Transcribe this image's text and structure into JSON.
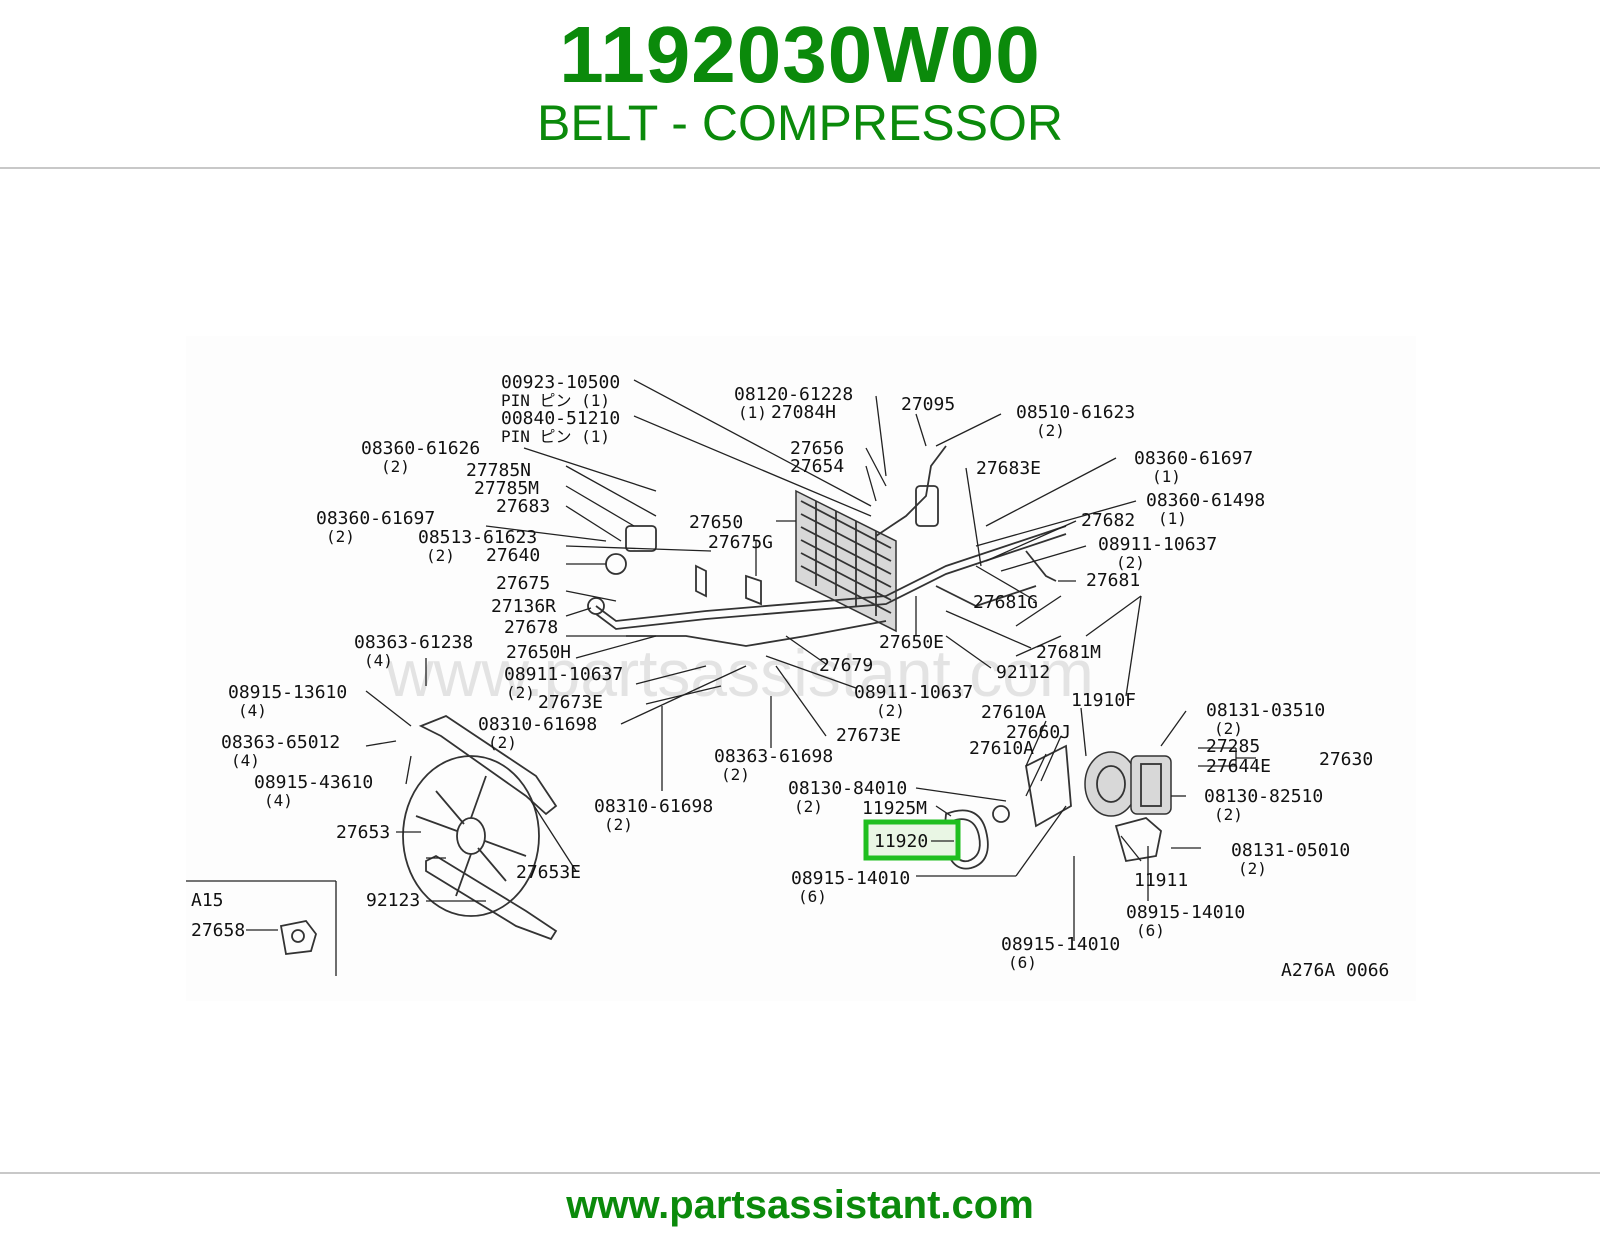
{
  "header": {
    "part_number": "1192030W00",
    "part_name": "BELT - COMPRESSOR"
  },
  "footer": {
    "url": "www.partsassistant.com"
  },
  "watermark": "www.partsassistant.com",
  "highlight_color": "#1fbf1f",
  "diagram": {
    "highlighted_callout": "11920",
    "figure_code": "A276A 0066",
    "inset": {
      "engine": "A15",
      "part": "27658"
    },
    "labels": {
      "p00923": "00923-10500",
      "pin1a": "PIN ピン (1)",
      "p00840": "00840-51210",
      "pin1b": "PIN ピン (1)",
      "s0836061626": "08360-61626",
      "q2a": "(2)",
      "p27785n": "27785N",
      "p27785m": "27785M",
      "p27683": "27683",
      "s0836061697a": "08360-61697",
      "q2b": "(2)",
      "s0851361623": "08513-61623",
      "q2c": "(2)",
      "p27640": "27640",
      "p27675": "27675",
      "p27136r": "27136R",
      "p27678": "27678",
      "s0836361238": "08363-61238",
      "q4a": "(4)",
      "p27650h": "27650H",
      "n0891110637a": "08911-10637",
      "q2d": "(2)",
      "p27673e_a": "27673E",
      "w0891513610": "08915-13610",
      "q4b": "(4)",
      "b0831061698a": "08310-61698",
      "q2e": "(2)",
      "s0836365012": "08363-65012",
      "q4c": "(4)",
      "w0891543610": "08915-43610",
      "q4d": "(4)",
      "p27653": "27653",
      "p27653e": "27653E",
      "p92123": "92123",
      "b0812061228": "08120-61228",
      "q1c": "(1)",
      "p27084h": "27084H",
      "p27095": "27095",
      "s0851061623": "08510-61623",
      "q2f": "(2)",
      "p27656": "27656",
      "p27654": "27654",
      "p27683e": "27683E",
      "s0836061697b": "08360-61697",
      "q1d": "(1)",
      "s0836061498": "08360-61498",
      "p27682": "27682",
      "q1e": "(1)",
      "n0891110637b": "08911-10637",
      "q2g": "(2)",
      "p27681": "27681",
      "p27681g": "27681G",
      "p27650": "27650",
      "p27675g": "27675G",
      "p27650e": "27650E",
      "p27681m": "27681M",
      "p92112": "92112",
      "p27679": "27679",
      "n0891110637c": "08911-10637",
      "q2h": "(2)",
      "p27673e_b": "27673E",
      "b0836361698": "08363-61698",
      "q2i": "(2)",
      "s0831061698": "08310-61698",
      "q2j": "(2)",
      "p27610a_a": "27610A",
      "p11910f": "11910F",
      "p27660j": "27660J",
      "p27610a_b": "27610A",
      "b0813103510": "08131-03510",
      "q2k": "(2)",
      "p27285": "27285",
      "p27644e": "27644E",
      "p27630": "27630",
      "b0813084010": "08130-84010",
      "q2l": "(2)",
      "p11925m": "11925M",
      "b0813082510": "08130-82510",
      "q2m": "(2)",
      "b0813105010": "08131-05010",
      "q2n": "(2)",
      "p11911": "11911",
      "w0891514010a": "08915-14010",
      "q6a": "(6)",
      "w0891514010b": "08915-14010",
      "q6b": "(6)",
      "w0891514010c": "08915-14010",
      "q6c": "(6)"
    }
  }
}
